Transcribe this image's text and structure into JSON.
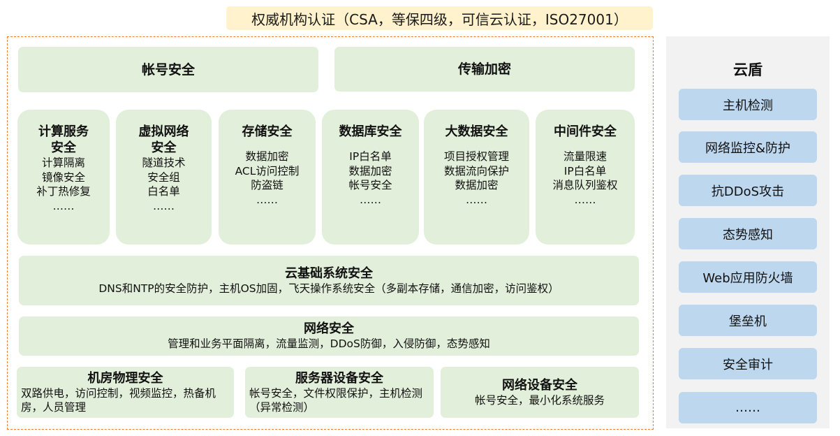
{
  "certification": {
    "text": "权威机构认证（CSA，等保四级，可信云认证，ISO27001）"
  },
  "top_row": [
    {
      "title": "帐号安全"
    },
    {
      "title": "传输加密"
    }
  ],
  "service_cards": [
    {
      "title_line1": "计算服务",
      "title_line2": "安全",
      "items": [
        "计算隔离",
        "镜像安全",
        "补丁热修复",
        "……"
      ]
    },
    {
      "title_line1": "虚拟网络",
      "title_line2": "安全",
      "items": [
        "隧道技术",
        "安全组",
        "白名单",
        "……"
      ]
    },
    {
      "title_line1": "存储安全",
      "items": [
        "数据加密",
        "ACL访问控制",
        "防盗链",
        "……"
      ]
    },
    {
      "title_line1": "数据库安全",
      "items": [
        "IP白名单",
        "数据加密",
        "帐号安全",
        "……"
      ]
    },
    {
      "title_line1": "大数据安全",
      "items": [
        "项目授权管理",
        "数据流向保护",
        "数据加密",
        "……"
      ]
    },
    {
      "title_line1": "中间件安全",
      "items": [
        "流量限速",
        "IP白名单",
        "消息队列鉴权",
        "……"
      ]
    }
  ],
  "layers": [
    {
      "title": "云基础系统安全",
      "desc": "DNS和NTP的安全防护，主机OS加固，飞天操作系统安全（多副本存储，通信加密，访问鉴权）"
    },
    {
      "title": "网络安全",
      "desc": "管理和业务平面隔离，流量监测，DDoS防御，入侵防御，态势感知"
    }
  ],
  "bottom_row": [
    {
      "title": "机房物理安全",
      "desc": "双路供电，访问控制，视频监控，热备机房，人员管理"
    },
    {
      "title": "服务器设备安全",
      "desc": "帐号安全，文件权限保护，主机检测（异常检测）"
    },
    {
      "title": "网络设备安全",
      "desc": "帐号安全，最小化系统服务"
    }
  ],
  "sidebar": {
    "title": "云盾",
    "items": [
      "主机检测",
      "网络监控&防护",
      "抗DDoS攻击",
      "态势感知",
      "Web应用防火墙",
      "堡垒机",
      "安全审计",
      "……"
    ]
  },
  "colors": {
    "banner_bg": "#fff2cc",
    "box_green": "#e2efda",
    "frame_dashed": "#ed7d31",
    "sidebar_bg": "#f2f2f2",
    "sidebar_item": "#bdd7ee"
  }
}
